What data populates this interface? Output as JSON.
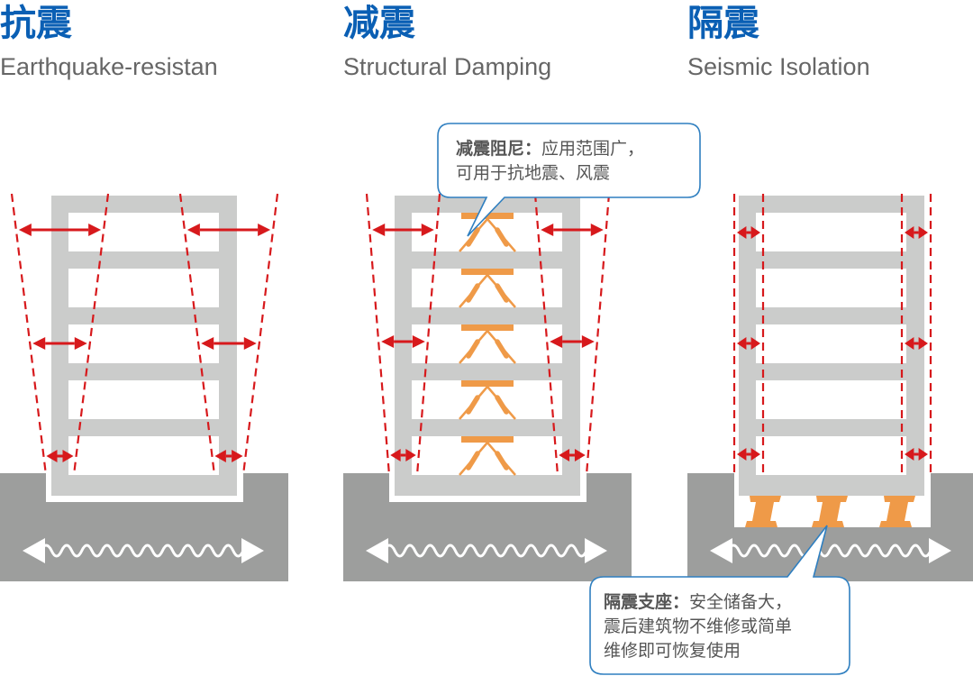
{
  "panels": [
    {
      "id": "earthquake-resistant",
      "title_cn": "抗震",
      "title_en": "Earthquake-resistan",
      "building_motion": "large-sway"
    },
    {
      "id": "structural-damping",
      "title_cn": "减震",
      "title_en": "Structural Damping",
      "building_motion": "reduced-sway",
      "callout": {
        "label": "减震阻尼：",
        "line1_rest": "应用范围广，",
        "line2": "可用于抗地震、风震"
      }
    },
    {
      "id": "seismic-isolation",
      "title_cn": "隔震",
      "title_en": "Seismic Isolation",
      "building_motion": "minimal-sway",
      "callout": {
        "label": "隔震支座：",
        "line1_rest": "安全储备大，",
        "line2": "震后建筑物不维修或简单",
        "line3": "维修即可恢复使用"
      }
    }
  ],
  "colors": {
    "title_blue": "#0a5fb4",
    "frame_gray": "#cbcccb",
    "ground_gray": "#9d9e9d",
    "sway_red": "#d7191c",
    "damper_orange": "#ef9a48",
    "callout_border": "#2f7fc0",
    "text_gray": "#555555"
  }
}
